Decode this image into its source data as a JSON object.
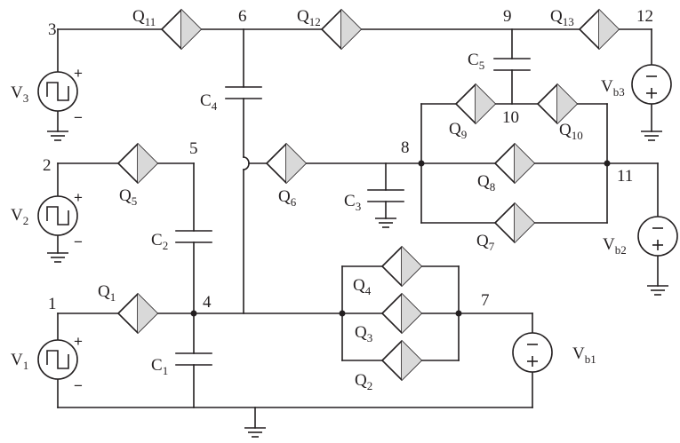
{
  "nodes": [
    "1",
    "2",
    "3",
    "4",
    "5",
    "6",
    "7",
    "8",
    "9",
    "10",
    "11",
    "12"
  ],
  "switches": {
    "q1": {
      "main": "Q",
      "sub": "1"
    },
    "q2": {
      "main": "Q",
      "sub": "2"
    },
    "q3": {
      "main": "Q",
      "sub": "3"
    },
    "q4": {
      "main": "Q",
      "sub": "4"
    },
    "q5": {
      "main": "Q",
      "sub": "5"
    },
    "q6": {
      "main": "Q",
      "sub": "6"
    },
    "q7": {
      "main": "Q",
      "sub": "7"
    },
    "q8": {
      "main": "Q",
      "sub": "8"
    },
    "q9": {
      "main": "Q",
      "sub": "9"
    },
    "q10": {
      "main": "Q",
      "sub": "10"
    },
    "q11": {
      "main": "Q",
      "sub": "11"
    },
    "q12": {
      "main": "Q",
      "sub": "12"
    },
    "q13": {
      "main": "Q",
      "sub": "13"
    }
  },
  "capacitors": {
    "c1": {
      "main": "C",
      "sub": "1"
    },
    "c2": {
      "main": "C",
      "sub": "2"
    },
    "c3": {
      "main": "C",
      "sub": "3"
    },
    "c4": {
      "main": "C",
      "sub": "4"
    },
    "c5": {
      "main": "C",
      "sub": "5"
    }
  },
  "sources": {
    "v1": {
      "main": "V",
      "sub": "1"
    },
    "v2": {
      "main": "V",
      "sub": "2"
    },
    "v3": {
      "main": "V",
      "sub": "3"
    },
    "vb1": {
      "main": "V",
      "sub": "b1"
    },
    "vb2": {
      "main": "V",
      "sub": "b2"
    },
    "vb3": {
      "main": "V",
      "sub": "b3"
    }
  },
  "polarity": {
    "plus": "+",
    "minus": "−"
  }
}
